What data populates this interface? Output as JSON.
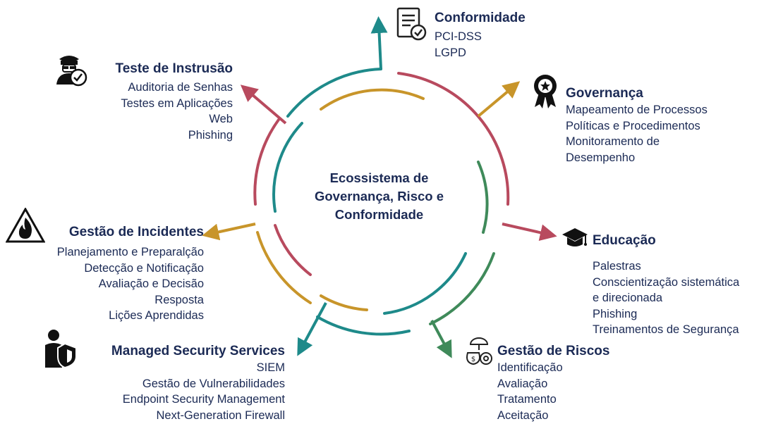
{
  "center": {
    "line1": "Ecossistema de",
    "line2": "Governança, Risco e",
    "line3": "Conformidade"
  },
  "colors": {
    "teal": "#1e8a8a",
    "gold": "#c8952a",
    "crimson": "#b84a5e",
    "green": "#3f8a5a",
    "navy": "#1b2a55"
  },
  "sections": {
    "conformidade": {
      "title": "Conformidade",
      "items": [
        "PCI-DSS",
        "LGPD"
      ],
      "icon": "checklist-document-icon"
    },
    "governanca": {
      "title": "Governança",
      "items": [
        "Mapeamento de Processos",
        "Políticas e Procedimentos",
        "Monitoramento de",
        "Desempenho"
      ],
      "icon": "award-ribbon-icon"
    },
    "educacao": {
      "title": "Educação",
      "items": [
        "Palestras",
        "Conscientização sistemática",
        "e direcionada",
        "Phishing",
        "Treinamentos de Segurança"
      ],
      "icon": "graduation-cap-icon"
    },
    "riscos": {
      "title": "Gestão de Riscos",
      "items": [
        "Identificação",
        "Avaliação",
        "Tratamento",
        "Aceitação"
      ],
      "icon": "money-bag-umbrella-icon"
    },
    "mss": {
      "title": "Managed Security Services",
      "items": [
        "SIEM",
        "Gestão de Vulnerabilidades",
        "Endpoint Security Management",
        "Next-Generation Firewall"
      ],
      "icon": "user-shield-icon"
    },
    "incidentes": {
      "title": "Gestão de Incidentes",
      "items": [
        "Planejamento e Preparalção",
        "Detecção e Notificação",
        "Avaliação e Decisão",
        "Resposta",
        "Lições Aprendidas"
      ],
      "icon": "fire-warning-icon"
    },
    "teste": {
      "title": "Teste de Instrusão",
      "items": [
        "Auditoria de Senhas",
        "Testes em Aplicações",
        "Web",
        "Phishing"
      ],
      "icon": "hacker-check-icon"
    }
  }
}
